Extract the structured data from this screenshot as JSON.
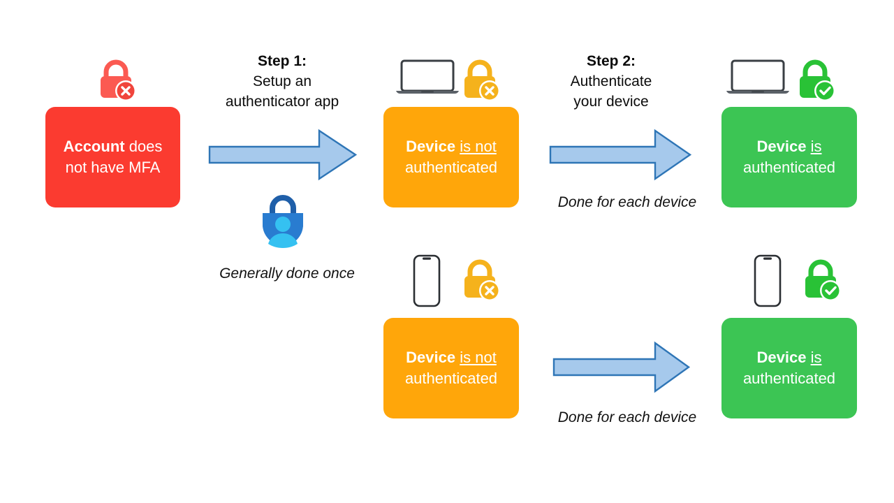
{
  "colors": {
    "red": "#fb3b30",
    "amber": "#ffa60a",
    "green": "#3cc554",
    "arrow_fill": "#a6c9ec",
    "arrow_stroke": "#2e75b6",
    "device_dark": "#3a3f44",
    "auth_blue_dark": "#1f5fa9",
    "auth_blue_mid": "#2a7fd4",
    "auth_blue_light": "#35c1f1",
    "text": "#0b0b0b",
    "white": "#ffffff"
  },
  "account_state": {
    "icon": "lock-error-red-icon",
    "line1_bold": "Account",
    "line1_rest": " does",
    "line2": "not have MFA"
  },
  "step1": {
    "title": "Step 1:",
    "sub_line1": "Setup an",
    "sub_line2": "authenticator app",
    "arrow": "arrow-right-blue",
    "app_icon": "microsoft-authenticator-icon",
    "caption": "Generally done once"
  },
  "step2": {
    "title": "Step 2:",
    "sub_line1": "Authenticate",
    "sub_line2": "your device",
    "arrow": "arrow-right-blue",
    "caption": "Done for each device"
  },
  "rows": [
    {
      "device_icon": "laptop-icon",
      "unauth": {
        "lock_icon": "lock-error-amber-icon",
        "bold": "Device",
        "underline": "is not",
        "line2": "authenticated"
      },
      "auth": {
        "lock_icon": "lock-check-green-icon",
        "bold": "Device",
        "underline": "is",
        "line2": "authenticated"
      }
    },
    {
      "device_icon": "smartphone-icon",
      "unauth": {
        "lock_icon": "lock-error-amber-icon",
        "bold": "Device",
        "underline": "is not",
        "line2": "authenticated"
      },
      "auth": {
        "lock_icon": "lock-check-green-icon",
        "bold": "Device",
        "underline": "is",
        "line2": "authenticated"
      }
    }
  ]
}
